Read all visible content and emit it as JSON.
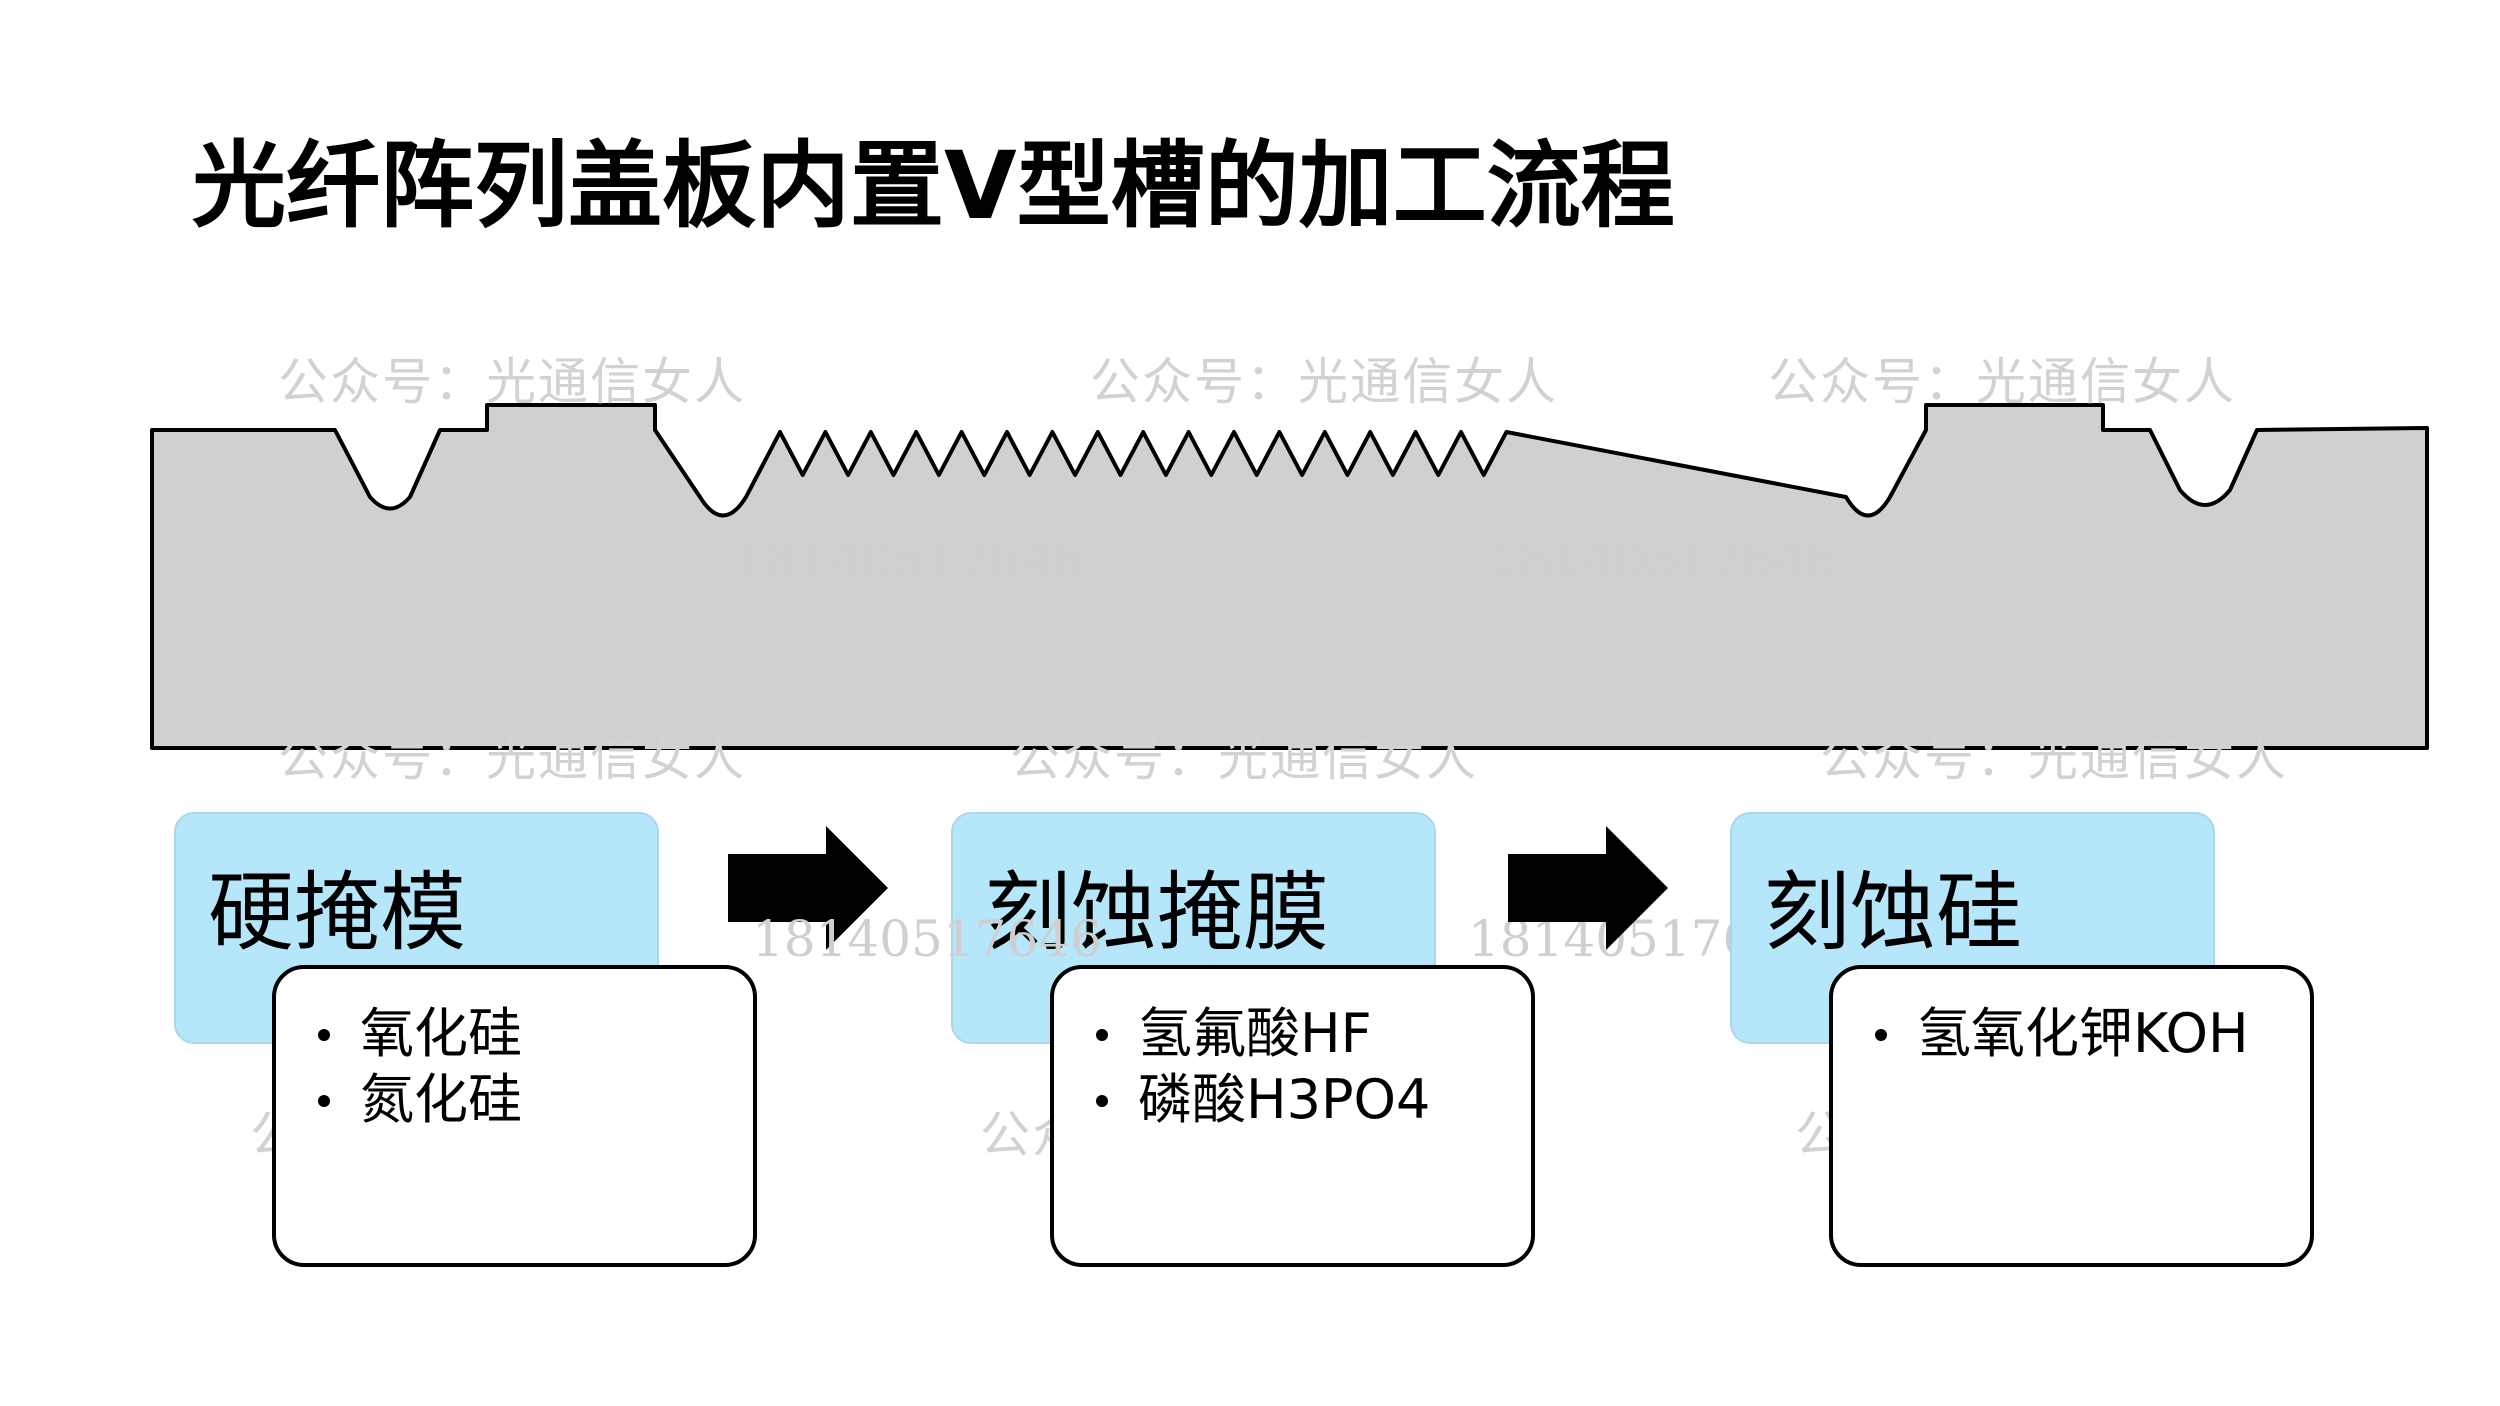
{
  "title": "光纤阵列盖板内置V型槽的加工流程",
  "watermarks": {
    "account": "公众号：光通信女人",
    "phone": "18140517646"
  },
  "steps": [
    {
      "title": "硬掩模",
      "items": [
        "氧化硅",
        "氮化硅"
      ]
    },
    {
      "title": "刻蚀掩膜",
      "items": [
        "氢氟酸HF",
        "磷酸H3PO4"
      ]
    },
    {
      "title": "刻蚀硅",
      "items": [
        "氢氧化钾KOH"
      ]
    }
  ],
  "colors": {
    "profile_fill": "#d1d0d1",
    "step_header": "#b6e6fa",
    "outline": "#000000"
  }
}
